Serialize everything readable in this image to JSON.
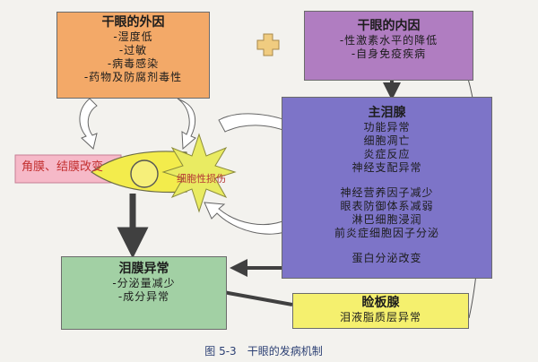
{
  "external": {
    "title": "干眼的外因",
    "items": [
      "-湿度低",
      "-过敏",
      "-病毒感染",
      "-药物及防腐剂毒性"
    ]
  },
  "internal": {
    "title": "干眼的内因",
    "items": [
      "-性激素水平的降低",
      "-自身免疫疾病"
    ]
  },
  "lacrimal": {
    "title": "主泪腺",
    "group1": [
      "功能异常",
      "细胞凋亡",
      "炎症反应",
      "神经支配异常"
    ],
    "group2": [
      "神经营养因子减少",
      "眼表防御体系减弱",
      "淋巴细胞浸润",
      "前炎症细胞因子分泌"
    ],
    "group3": [
      "蛋白分泌改变"
    ]
  },
  "tearfilm": {
    "title": "泪膜异常",
    "items": [
      "-分泌量减少",
      "-成分异常"
    ]
  },
  "meibomian": {
    "title": "睑板腺",
    "items": [
      "泪液脂质层异常"
    ]
  },
  "eye_labels": {
    "cornea": "角膜、结膜改变",
    "cell_damage": "细胞性损伤"
  },
  "caption": {
    "number": "图 5-3",
    "text": "干眼的发病机制"
  },
  "colors": {
    "external": "#f3a968",
    "internal": "#b07dc1",
    "lacrimal": "#7d74c8",
    "tearfilm": "#a2d0a4",
    "meibomian": "#f5f06e",
    "cornea_band": "#f6b9c8",
    "eye": "#f3ec4c",
    "starburst": "#e9eb62",
    "arrow_dark": "#404040"
  }
}
